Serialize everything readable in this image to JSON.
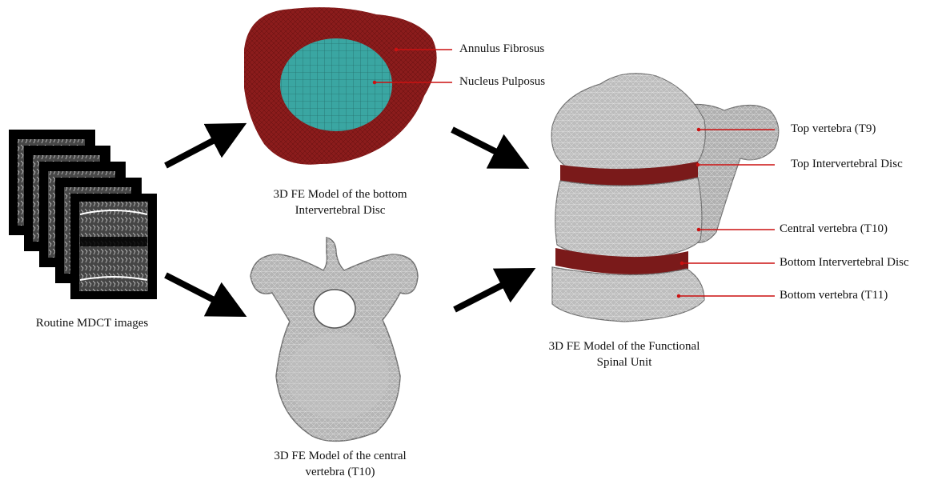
{
  "captions": {
    "mdct": "Routine MDCT images",
    "disc": [
      "3D FE Model of the bottom",
      "Intervertebral Disc"
    ],
    "vertebra": [
      "3D FE Model of the central",
      "vertebra (T10)"
    ],
    "fsu": [
      "3D FE Model of the Functional",
      "Spinal Unit"
    ]
  },
  "disc_labels": {
    "annulus": "Annulus Fibrosus",
    "nucleus": "Nucleus Pulposus"
  },
  "fsu_labels": {
    "top_vertebra": "Top vertebra (T9)",
    "top_disc": "Top Intervertebral Disc",
    "central_vertebra": "Central vertebra (T10)",
    "bottom_disc": "Bottom Intervertebral Disc",
    "bottom_vertebra": "Bottom vertebra (T11)"
  },
  "colors": {
    "annulus": "#8b1c1c",
    "nucleus": "#3aa6a2",
    "bone": "#b5b5b5",
    "disc_band": "#7a1a1a",
    "leader": "#cc1111",
    "arrow": "#000000"
  }
}
